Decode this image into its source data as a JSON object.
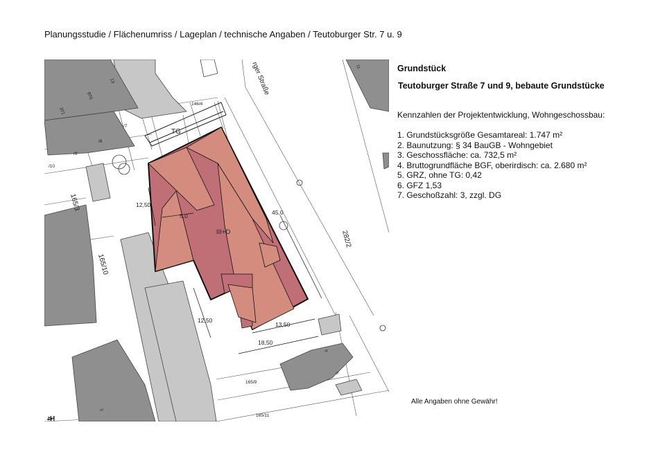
{
  "header": {
    "title": "Planungsstudie / Flächenumriss / Lageplan / technische Angaben / Teutoburger Str. 7 u. 9"
  },
  "panel": {
    "title": "Grundstück",
    "subtitle": "Teutoburger Straße 7 und 9, bebaute Grundstücke",
    "intro": "Kennzahlen der Projektentwicklung, Wohngeschossbau:",
    "items": [
      "1. Grundstücksgröße Gesamtareal: 1.747 m²",
      "2. Baunutzung: § 34 BauGB - Wohngebiet",
      "3. Geschossfläche: ca. 732,5 m²",
      "4. Bruttogrundfläche BGF, oberirdisch: ca. 2.680 m²",
      "5. GRZ, ohne TG: 0,42",
      "6. GFZ 1,53",
      "7. Geschoßzahl: 3, zzgl. DG"
    ]
  },
  "disclaimer": "Alle Angaben ohne Gewähr!",
  "map": {
    "street_label": "rger Straße",
    "building_label": "III+D",
    "tg_label": "TG",
    "parcels": [
      "146/4",
      "/8",
      "/7",
      "/9",
      "/10",
      "165/3",
      "165/10",
      "165/9",
      "165/11",
      "282/2",
      "371",
      "870",
      "13",
      "11",
      "9",
      "5",
      "3",
      "4",
      "H"
    ],
    "dimensions": [
      "12,50",
      "5,0",
      "45,0",
      "12,50",
      "13,50",
      "18,50"
    ],
    "colors": {
      "building_dark": "#bf6f75",
      "building_light": "#d48c7e",
      "neighbor_dark": "#8f8f8f",
      "neighbor_light": "#c7c7c7"
    }
  }
}
